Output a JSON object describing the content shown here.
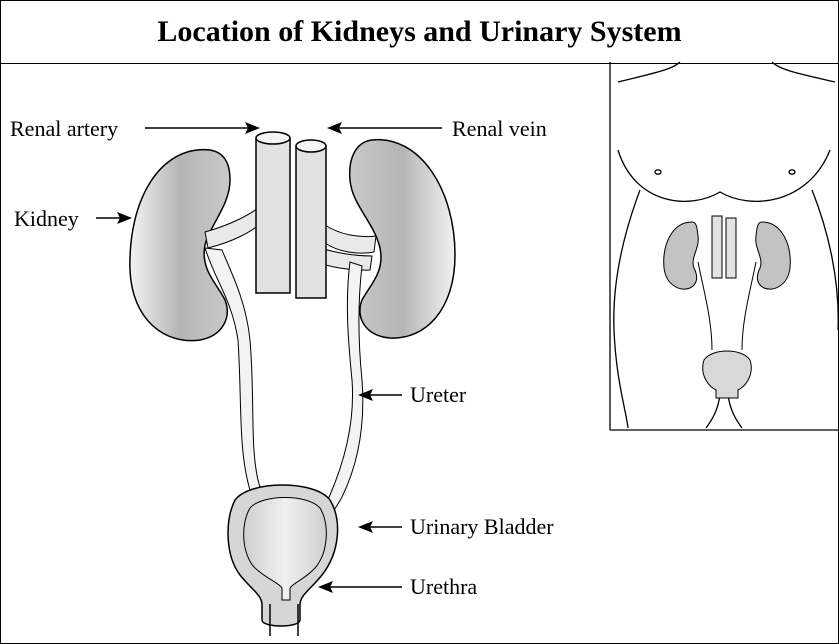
{
  "title": "Location of Kidneys and Urinary System",
  "labels": {
    "renal_artery": "Renal artery",
    "renal_vein": "Renal vein",
    "kidney": "Kidney",
    "ureter": "Ureter",
    "urinary_bladder": "Urinary Bladder",
    "urethra": "Urethra"
  },
  "colors": {
    "line": "#000000",
    "organ_gray": "#bdbdbd",
    "vessel_gray": "#e2e2e2",
    "background": "#ffffff"
  }
}
